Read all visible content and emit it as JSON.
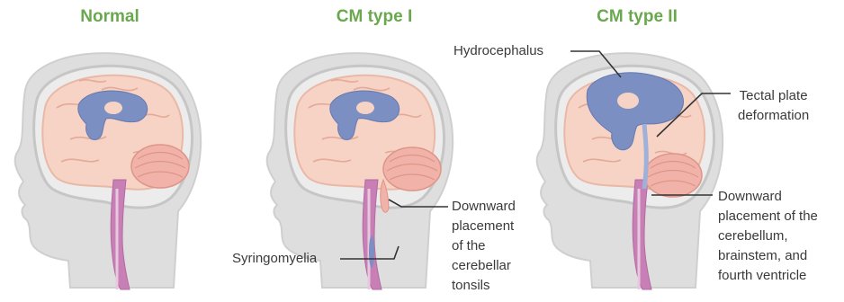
{
  "panels": [
    {
      "title": "Normal"
    },
    {
      "title": "CM type I"
    },
    {
      "title": "CM type II"
    }
  ],
  "labels": {
    "syringomyelia": "Syringomyelia",
    "cm1_tonsils": [
      "Downward",
      "placement",
      "of the",
      "cerebellar",
      "tonsils"
    ],
    "hydrocephalus": "Hydrocephalus",
    "tectal": [
      "Tectal plate",
      "deformation"
    ],
    "cm2_downward": [
      "Downward",
      "placement of the",
      "cerebellum,",
      "brainstem, and",
      "fourth ventricle"
    ]
  },
  "colors": {
    "title_green": "#6aa84f",
    "head_gray": "#d9d9d9",
    "skull_outline": "#c8c8c8",
    "brain_pink": "#f6d3c4",
    "ventricle_blue": "#7c8fc3",
    "brainstem_purple": "#c77fb5",
    "cerebellum_pink": "#f1b3a9"
  }
}
